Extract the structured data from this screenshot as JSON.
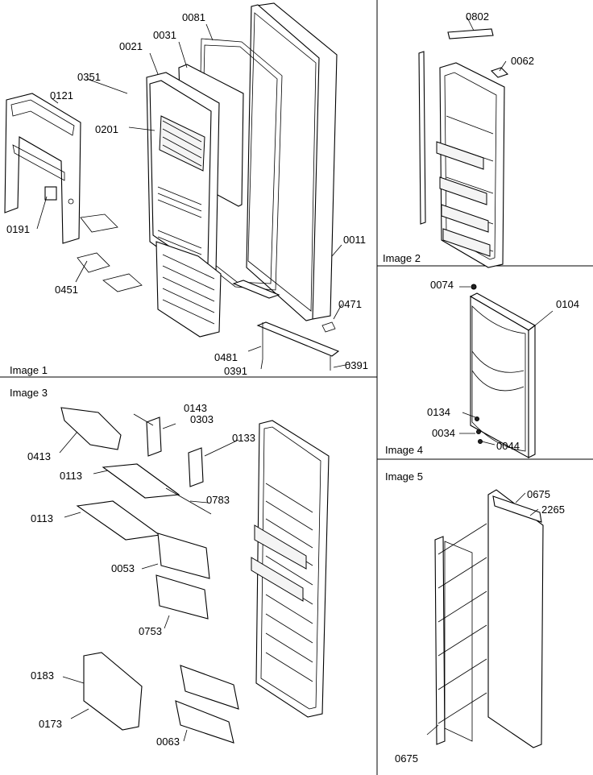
{
  "images": [
    {
      "caption": "Image 1",
      "labels": [
        "0121",
        "0351",
        "0021",
        "0031",
        "0081",
        "0201",
        "0191",
        "0451",
        "0011",
        "0471",
        "0481",
        "0391",
        "0391"
      ]
    },
    {
      "caption": "Image 2",
      "labels": [
        "0802",
        "0062"
      ]
    },
    {
      "caption": "Image 3",
      "labels": [
        "0143",
        "0303",
        "0413",
        "0133",
        "0113",
        "0783",
        "0113",
        "0053",
        "0753",
        "0183",
        "0173",
        "0063"
      ]
    },
    {
      "caption": "Image 4",
      "labels": [
        "0074",
        "0104",
        "0134",
        "0034",
        "0044"
      ]
    },
    {
      "caption": "Image 5",
      "labels": [
        "0675",
        "2265",
        "0675"
      ]
    }
  ]
}
